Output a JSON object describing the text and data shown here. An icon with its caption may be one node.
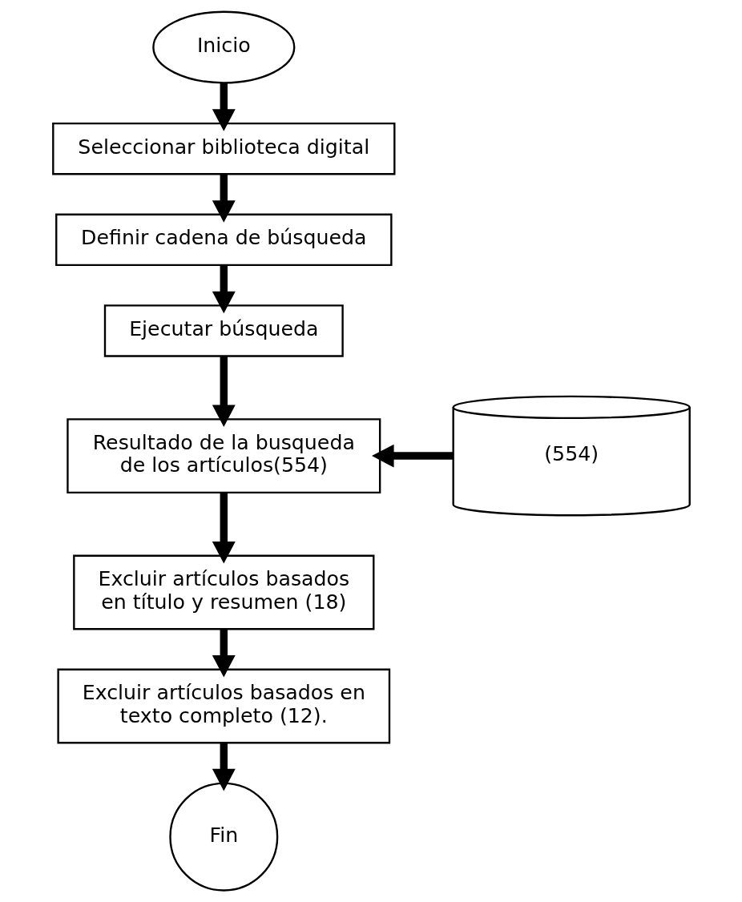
{
  "diagram": {
    "nodes": [
      {
        "text": [
          "Inicio"
        ]
      },
      {
        "text": [
          "Seleccionar biblioteca digital"
        ]
      },
      {
        "text": [
          "Definir cadena de búsqueda"
        ]
      },
      {
        "text": [
          "Ejecutar búsqueda"
        ]
      },
      {
        "text": [
          "Resultado de la busqueda de los artículos(554)"
        ]
      },
      {
        "text": [
          "(554)"
        ]
      },
      {
        "text": [
          "Excluir artículos basados en título y resumen (18)"
        ]
      },
      {
        "text": [
          "Excluir artículos basados en texto completo (12)."
        ]
      },
      {
        "text": [
          "Fin"
        ]
      }
    ],
    "edges": [
      {
        "from": 0,
        "to": 1,
        "arrow": "to"
      },
      {
        "from": 1,
        "to": 2,
        "arrow": "to"
      },
      {
        "from": 2,
        "to": 3,
        "arrow": "to"
      },
      {
        "from": 3,
        "to": 4,
        "arrow": "to"
      },
      {
        "from": 5,
        "to": 4,
        "arrow": "to"
      },
      {
        "from": 4,
        "to": 6,
        "arrow": "to"
      },
      {
        "from": 6,
        "to": 7,
        "arrow": "to"
      },
      {
        "from": 7,
        "to": 8,
        "arrow": "to"
      }
    ]
  }
}
